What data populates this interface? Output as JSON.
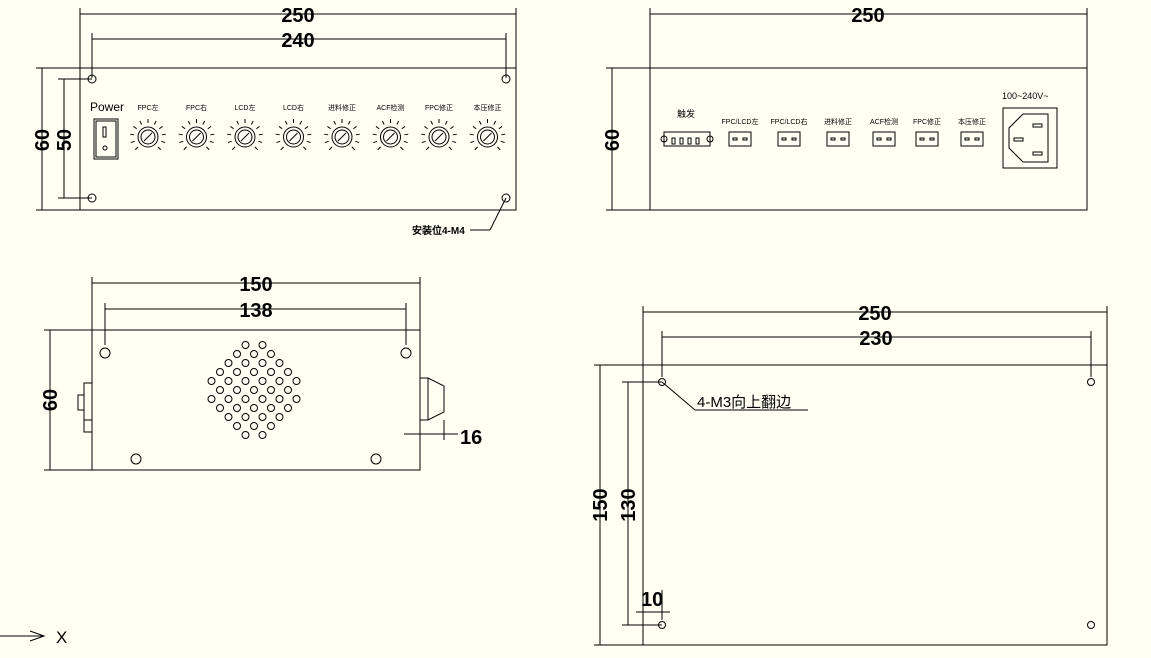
{
  "front_view": {
    "dim_overall": "250",
    "dim_holes": "240",
    "dim_height": "60",
    "dim_height_inner": "50",
    "power_label": "Power",
    "knobs": [
      "FPC左",
      "FPC右",
      "LCD左",
      "LCD右",
      "进料修正",
      "ACF检测",
      "FPC修正",
      "本压修正"
    ],
    "mount_note": "安装位4-M4"
  },
  "rear_view": {
    "dim_overall": "250",
    "dim_height": "60",
    "trigger_label": "触发",
    "connectors": [
      "FPC/LCD左",
      "FPC/LCD右",
      "进料修正",
      "ACF检测",
      "FPC修正",
      "本压修正"
    ],
    "power_socket_label": "100~240V~"
  },
  "side_view": {
    "dim_overall": "150",
    "dim_holes": "138",
    "dim_height": "60",
    "dim_switch": "16"
  },
  "bottom_view": {
    "dim_overall": "250",
    "dim_holes": "230",
    "dim_height": "150",
    "dim_height_inner": "130",
    "dim_offset": "10",
    "hole_note": "4-M3向上翻边"
  },
  "axis": {
    "label": "X"
  }
}
